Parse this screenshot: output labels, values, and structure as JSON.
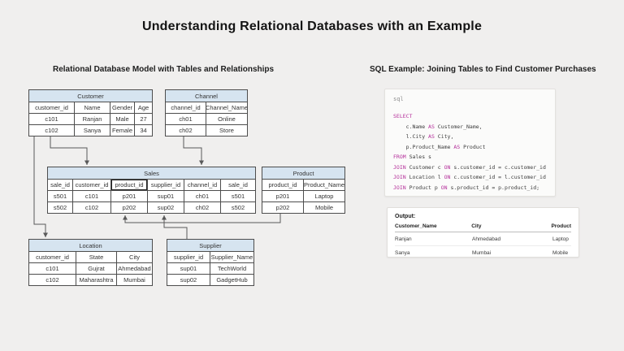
{
  "title": "Understanding Relational Databases with an Example",
  "left_section": {
    "heading": "Relational Database Model with Tables and Relationships"
  },
  "right_section": {
    "heading": "SQL Example: Joining Tables to Find Customer Purchases"
  },
  "colors": {
    "page_bg": "#f0efee",
    "table_header_bg": "#d6e4f0",
    "table_border": "#4d4d4d",
    "connector": "#595959",
    "sql_keyword": "#b5309b",
    "sql_text": "#3c3c3c"
  },
  "diagram": {
    "tables": [
      {
        "id": "customer",
        "title": "Customer",
        "columns": [
          "customer_id",
          "Name",
          "Gender",
          "Age"
        ],
        "rows": [
          [
            "c101",
            "Ranjan",
            "Male",
            "27"
          ],
          [
            "c102",
            "Sanya",
            "Female",
            "34"
          ]
        ]
      },
      {
        "id": "channel",
        "title": "Channel",
        "columns": [
          "channel_id",
          "Channel_Name"
        ],
        "rows": [
          [
            "ch01",
            "Online"
          ],
          [
            "ch02",
            "Store"
          ]
        ]
      },
      {
        "id": "sales",
        "title": "Sales",
        "columns": [
          "sale_id",
          "customer_id",
          "product_id",
          "supplier_id",
          "channel_id",
          "sale_id"
        ],
        "rows": [
          [
            "s501",
            "c101",
            "p201",
            "sup01",
            "ch01",
            "s501"
          ],
          [
            "s502",
            "c102",
            "p202",
            "sup02",
            "ch02",
            "s502"
          ]
        ]
      },
      {
        "id": "product",
        "title": "Product",
        "columns": [
          "product_id",
          "Product_Name"
        ],
        "rows": [
          [
            "p201",
            "Laptop"
          ],
          [
            "p202",
            "Mobile"
          ]
        ]
      },
      {
        "id": "location",
        "title": "Location",
        "columns": [
          "customer_id",
          "State",
          "City"
        ],
        "rows": [
          [
            "c101",
            "Gujrat",
            "Ahmedabad"
          ],
          [
            "c102",
            "Maharashtra",
            "Mumbai"
          ]
        ]
      },
      {
        "id": "supplier",
        "title": "Supplier",
        "columns": [
          "supplier_id",
          "Supplier_Name"
        ],
        "rows": [
          [
            "sup01",
            "TechWorld"
          ],
          [
            "sup02",
            "GadgetHub"
          ]
        ]
      }
    ],
    "relationships": [
      "Customer to Sales (customer_id)",
      "Customer to Location (customer_id)",
      "Channel to Sales (channel_id)",
      "Product to Sales (product_id)",
      "Supplier to Sales (supplier_id)"
    ]
  },
  "sql_panel": {
    "label": "sql",
    "lines": [
      [
        {
          "t": "SELECT",
          "k": true
        }
      ],
      [
        {
          "t": "    c.Name ",
          "k": false
        },
        {
          "t": "AS",
          "k": true
        },
        {
          "t": " Customer_Name,",
          "k": false
        }
      ],
      [
        {
          "t": "    l.City ",
          "k": false
        },
        {
          "t": "AS",
          "k": true
        },
        {
          "t": " City,",
          "k": false
        }
      ],
      [
        {
          "t": "    p.Product_Name ",
          "k": false
        },
        {
          "t": "AS",
          "k": true
        },
        {
          "t": " Product",
          "k": false
        }
      ],
      [
        {
          "t": "FROM",
          "k": true
        },
        {
          "t": " Sales s",
          "k": false
        }
      ],
      [
        {
          "t": "JOIN",
          "k": true
        },
        {
          "t": " Customer c ",
          "k": false
        },
        {
          "t": "ON",
          "k": true
        },
        {
          "t": " s.customer_id = c.customer_id",
          "k": false
        }
      ],
      [
        {
          "t": "JOIN",
          "k": true
        },
        {
          "t": " Location l ",
          "k": false
        },
        {
          "t": "ON",
          "k": true
        },
        {
          "t": " c.customer_id = l.customer_id",
          "k": false
        }
      ],
      [
        {
          "t": "JOIN",
          "k": true
        },
        {
          "t": " Product p ",
          "k": false
        },
        {
          "t": "ON",
          "k": true
        },
        {
          "t": " s.product_id = p.product_id;",
          "k": false
        }
      ]
    ]
  },
  "output_panel": {
    "label": "Output:",
    "columns": [
      "Customer_Name",
      "City",
      "Product"
    ],
    "rows": [
      [
        "Ranjan",
        "Ahmedabad",
        "Laptop"
      ],
      [
        "Sanya",
        "Mumbai",
        "Mobile"
      ]
    ]
  }
}
